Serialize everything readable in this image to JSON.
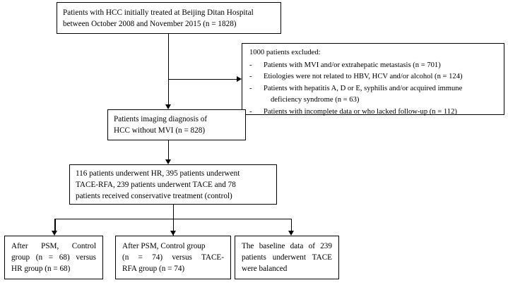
{
  "figure": {
    "type": "flowchart",
    "title": "Patient selection flow diagram"
  },
  "nodes": {
    "enrolled": {
      "line1": "Patients with HCC initially treated at Beijing Ditan Hospital",
      "line2": "between October 2008 and November 2015 (n = 1828)"
    },
    "excluded": {
      "heading": "1000 patients excluded:",
      "dash": "-",
      "items": [
        "Patients with MVI and/or extrahepatic metastasis (n = 701)",
        "Etiologies were not related to HBV, HCV and/or alcohol (n = 124)",
        "Patients with hepatitis A, D or E, syphilis and/or acquired immune",
        "Patients with incomplete data or who lacked follow-up (n = 112)"
      ],
      "item3_continuation": "deficiency syndrome (n = 63)"
    },
    "diagnosis": {
      "line1": "Patients imaging diagnosis of",
      "line2": "HCC without MVI (n = 828)"
    },
    "treatments": {
      "line1": "116 patients underwent HR, 395 patients underwent",
      "line2": "TACE-RFA, 239 patients underwent TACE and 78",
      "line3": "patients received conservative treatment (control)"
    },
    "psm_hr": {
      "line1": "After PSM, Control",
      "line2": "group (n = 68) versus",
      "line3": "HR group (n = 68)"
    },
    "psm_tacerfa": {
      "line1": "After PSM, Control group",
      "line2": "(n = 74) versus TACE-",
      "line3": "RFA group (n = 74)"
    },
    "tace_baseline": {
      "line1": "The baseline data of 239",
      "line2": "patients underwent TACE",
      "line3": "were balanced"
    }
  },
  "colors": {
    "border": "#000000",
    "background": "#ffffff",
    "text": "#000000"
  }
}
